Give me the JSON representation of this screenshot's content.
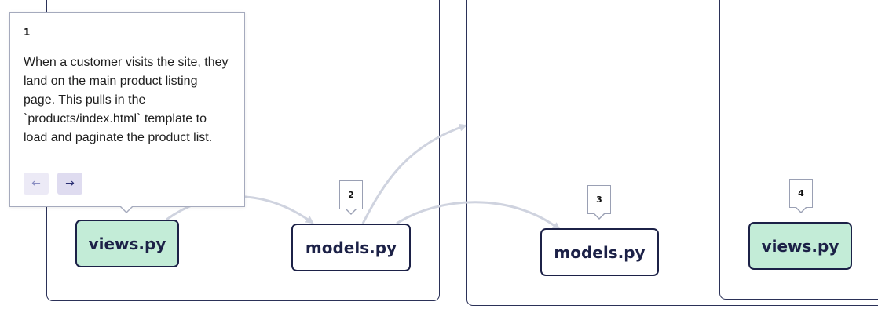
{
  "nodes": {
    "views_1": "views.py",
    "models_1": "models.py",
    "models_2": "models.py",
    "views_2": "views.py"
  },
  "badges": {
    "step_2": "2",
    "step_3": "3",
    "step_4": "4"
  },
  "popover": {
    "step": "1",
    "text": "When a customer visits the site, they land on the main product listing page. This pulls in the `products/index.html` template to load and paginate the product list.",
    "prev_label": "←",
    "next_label": "→"
  },
  "colors": {
    "node_border": "#1c2147",
    "node_green": "#c3ecd7",
    "edge": "#cfd3df",
    "container_border": "#2b3158"
  }
}
